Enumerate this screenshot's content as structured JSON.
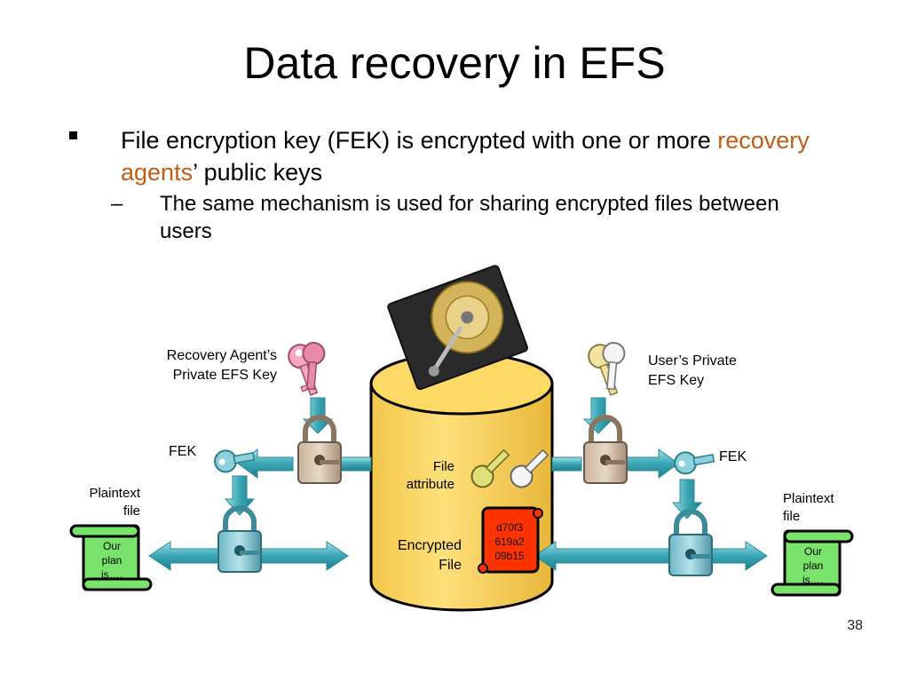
{
  "title": "Data recovery in EFS",
  "bullet1": {
    "text_before": "File encryption key (FEK) is encrypted with one or more ",
    "highlight": "recovery agents",
    "text_after": "’ public keys"
  },
  "bullet2": {
    "dash": "–",
    "text": "The same mechanism is used for sharing encrypted files between users"
  },
  "diagram": {
    "recovery_key_label": "Recovery Agent’s\nPrivate EFS Key",
    "user_key_label": "User’s Private\nEFS Key",
    "fek_left": "FEK",
    "fek_right": "FEK",
    "plaintext_left": "Plaintext\nfile",
    "plaintext_right": "Plaintext\nfile",
    "file_attribute": "File\nattribute",
    "encrypted_file": "Encrypted\nFile",
    "hex": "d70f3\n619a2\n09b15",
    "scroll_left": "Our\nplan\nis….",
    "scroll_right": "Our\nplan\nis…."
  },
  "colors": {
    "accent": "#c55a11",
    "cylinder": "#ffd966",
    "scroll": "#7ae36b",
    "hex_box": "#ff3300"
  },
  "page_number": "38"
}
